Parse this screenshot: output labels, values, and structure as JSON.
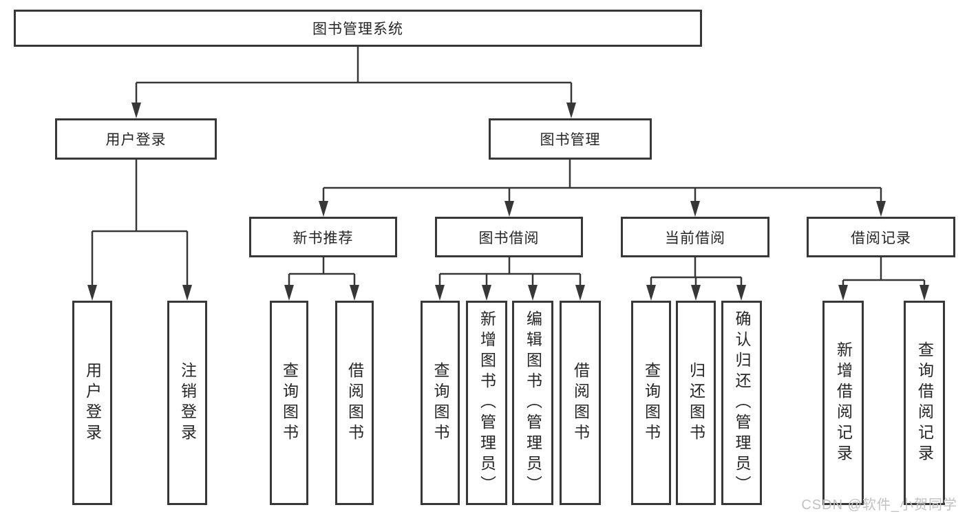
{
  "diagram": {
    "root": {
      "label": "图书管理系统"
    },
    "branches": [
      {
        "label": "用户登录",
        "children": [
          {
            "label": "用户登录"
          },
          {
            "label": "注销登录"
          }
        ]
      },
      {
        "label": "图书管理",
        "children": [
          {
            "label": "新书推荐",
            "children": [
              {
                "label": "查询图书"
              },
              {
                "label": "借阅图书"
              }
            ]
          },
          {
            "label": "图书借阅",
            "children": [
              {
                "label": "查询图书"
              },
              {
                "label": "新增图书（管理员）"
              },
              {
                "label": "编辑图书（管理员）"
              },
              {
                "label": "借阅图书"
              }
            ]
          },
          {
            "label": "当前借阅",
            "children": [
              {
                "label": "查询图书"
              },
              {
                "label": "归还图书"
              },
              {
                "label": "确认归还（管理员）"
              }
            ]
          },
          {
            "label": "借阅记录",
            "children": [
              {
                "label": "新增借阅记录"
              },
              {
                "label": "查询借阅记录"
              }
            ]
          }
        ]
      }
    ],
    "watermark": "CSDN @软件_小贺同学"
  },
  "colors": {
    "line": "#373737",
    "text": "#262626",
    "background": "#ffffff",
    "watermark": "#c2c2c2"
  }
}
